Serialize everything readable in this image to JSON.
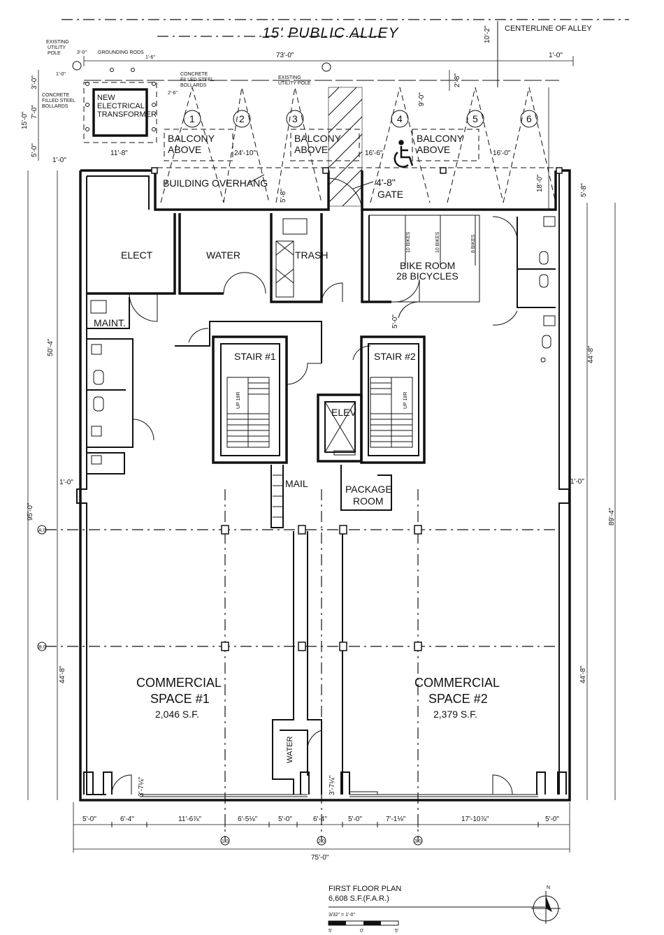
{
  "title": {
    "alley": "15' PUBLIC ALLEY",
    "centerline": "CENTERLINE OF ALLEY",
    "plan_title": "FIRST FLOOR PLAN",
    "plan_area": "6,608 S.F.(F.A.R.)",
    "scale": "3/32\" = 1'-0\"",
    "north": "N",
    "scale_marks": [
      "5'",
      "0'",
      "5'"
    ]
  },
  "rooms": {
    "elect": "ELECT",
    "water": "WATER",
    "trash": "TRASH",
    "bike_room": "BIKE ROOM",
    "bike_capacity": "28 BICYCLES",
    "bike_rack_a": "10 BIKES",
    "bike_rack_b": "10 BIKES",
    "bike_rack_c": "8 BIKES",
    "maint": "MAINT.",
    "stair1": "STAIR #1",
    "stair2": "STAIR #2",
    "elev": "ELEV",
    "mail": "MAIL",
    "package": "PACKAGE",
    "package2": "ROOM",
    "water_small": "WATER",
    "gate": "GATE",
    "gate_dim": "4'-8\"",
    "commercial1": "COMMERCIAL",
    "commercial1b": "SPACE #1",
    "commercial1_area": "2,046 S.F.",
    "commercial2": "COMMERCIAL",
    "commercial2b": "SPACE #2",
    "commercial2_area": "2,379 S.F.",
    "balcony": "BALCONY",
    "above": "ABOVE",
    "overhang": "BUILDING OVERHANG",
    "transformer": [
      "NEW",
      "ELECTRICAL",
      "TRANSFORMER"
    ],
    "utility_pole_left": [
      "EXISTING",
      "UTILITY",
      "POLE"
    ],
    "utility_pole_mid": [
      "EXISTING",
      "UTILITY POLE"
    ],
    "grounding": "GROUNDING RODS",
    "bollards_left": [
      "CONCRETE",
      "FILLED STEEL",
      "BOLLARDS"
    ],
    "bollards_right": [
      "CONCRETE",
      "FILLED STEEL",
      "BOLLARDS"
    ],
    "stair_riser": "UP 18R"
  },
  "parking": [
    "1",
    "2",
    "3",
    "4",
    "5",
    "6"
  ],
  "grid": [
    "A.0",
    "B.0",
    "1.0",
    "2.0",
    "3.0"
  ],
  "dims": {
    "d73": "73'-0\"",
    "d10_2": "10'-2\"",
    "d1_0_tr": "1'-0\"",
    "d3_0": "3'-0\"",
    "d1_0_l": "1'-0\"",
    "d1_6": "1'-6\"",
    "d2_6": "2'-6\"",
    "d3_0v": "3'-0\"",
    "d7_0v": "7'-0\"",
    "d15_0v": "15'-0\"",
    "d5_0v": "5'-0\"",
    "d1_0b": "1'-0\"",
    "d11_8": "11'-8\"",
    "d24_10": "24'-10\"",
    "d16_6": "16'-6\"",
    "d16_0": "16'-0\"",
    "d9_0": "9'-0\"",
    "d2_8": "2'-8\"",
    "d18_0": "18'-0\"",
    "d5_8": "5'-8\"",
    "d5_8r": "5'-8\"",
    "d5_0": "5'-0\"",
    "d50_4": "50'-4\"",
    "d44_8r": "44'-8\"",
    "d95_0": "95'-0\"",
    "d89_4": "89'-4\"",
    "d44_8l": "44'-8\"",
    "d44_8r2": "44'-8\"",
    "d1_0ml": "1'-0\"",
    "d1_0mr": "1'-0\"",
    "d3_7l": "3'-7¼\"",
    "d3_7r": "3'-7¼\"",
    "d75_0": "75'-0\"",
    "bottom": [
      "5'-0\"",
      "6'-4\"",
      "11'-6⅞\"",
      "6'-5⅛\"",
      "5'-0\"",
      "6'-4\"",
      "5'-0\"",
      "7'-1⅛\"",
      "17'-10⅞\"",
      "5'-0\""
    ]
  }
}
